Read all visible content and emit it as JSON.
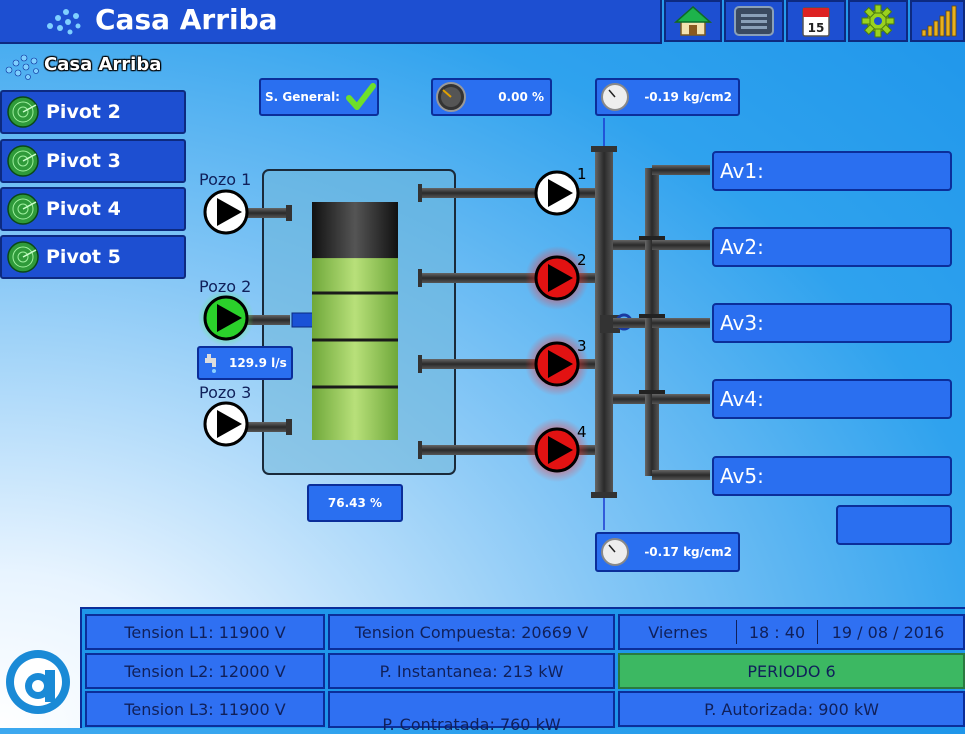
{
  "header": {
    "title": "Casa Arriba",
    "buttons": [
      "home",
      "list",
      "calendar",
      "settings",
      "signal"
    ]
  },
  "sidebar": {
    "site": "Casa Arriba",
    "items": [
      {
        "label": "Pivot 2"
      },
      {
        "label": "Pivot 3"
      },
      {
        "label": "Pivot 4"
      },
      {
        "label": "Pivot 5"
      }
    ]
  },
  "status": {
    "general_label": "S. General:",
    "meter_value": "0.00 %",
    "pressure_top": "-0.19 kg/cm2",
    "pressure_bottom": "-0.17 kg/cm2",
    "flow": "129.9 l/s",
    "tank_level": "76.43 %",
    "tank_level_fraction": 0.7643
  },
  "wells": [
    {
      "label": "Pozo 1",
      "state": "off"
    },
    {
      "label": "Pozo 2",
      "state": "on"
    },
    {
      "label": "Pozo 3",
      "state": "off"
    }
  ],
  "pumps": [
    {
      "label": "1",
      "state": "off"
    },
    {
      "label": "2",
      "state": "fault"
    },
    {
      "label": "3",
      "state": "fault"
    },
    {
      "label": "4",
      "state": "fault"
    }
  ],
  "outputs": [
    {
      "label": "Av1:"
    },
    {
      "label": "Av2:"
    },
    {
      "label": "Av3:"
    },
    {
      "label": "Av4:"
    },
    {
      "label": "Av5:"
    }
  ],
  "extra_box": "",
  "electrical": {
    "l1": "Tension L1: 11900 V",
    "l2": "Tension L2: 12000 V",
    "l3": "Tension L3: 11900 V",
    "compound": "Tension Compuesta: 20669 V",
    "instant_power": "P. Instantanea: 213 kW",
    "contracted_power": "P. Contratada: 760 kW",
    "day": "Viernes",
    "time": "18 : 40",
    "date": "19 / 08 / 2016",
    "period": "PERIODO 6",
    "authorized_power": "P. Autorizada: 900 kW"
  },
  "colors": {
    "header_blue": "#1d4fd1",
    "pump_off": "#000000",
    "pump_on": "#1ec51e",
    "pump_fault": "#e21212",
    "period_green": "#3cb862"
  }
}
